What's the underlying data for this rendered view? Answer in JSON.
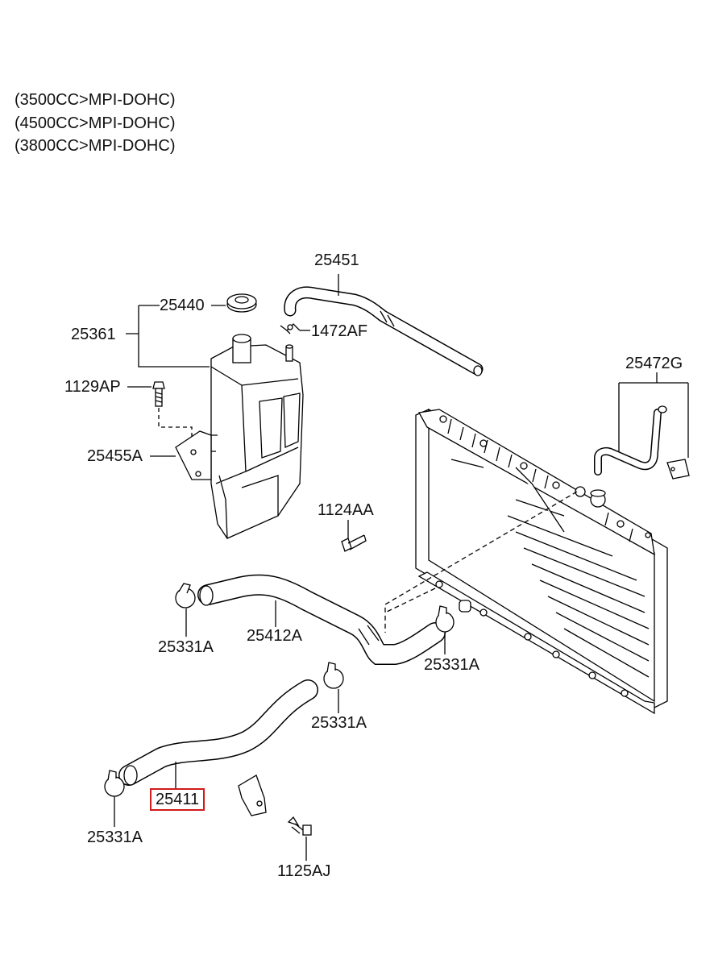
{
  "engine_variants": [
    "(3500CC>MPI-DOHC)",
    "(4500CC>MPI-DOHC)",
    "(3800CC>MPI-DOHC)"
  ],
  "part_labels": {
    "p25451": "25451",
    "p25440": "25440",
    "p25361": "25361",
    "p1472AF": "1472AF",
    "p1129AP": "1129AP",
    "p25472G": "25472G",
    "p25455A": "25455A",
    "p1124AA": "1124AA",
    "p25331A_1": "25331A",
    "p25412A": "25412A",
    "p25331A_2": "25331A",
    "p25331A_3": "25331A",
    "p25411": "25411",
    "p25331A_4": "25331A",
    "p1125AJ": "1125AJ"
  },
  "highlight_color": "#d11a1a",
  "highlighted_part": "25411"
}
